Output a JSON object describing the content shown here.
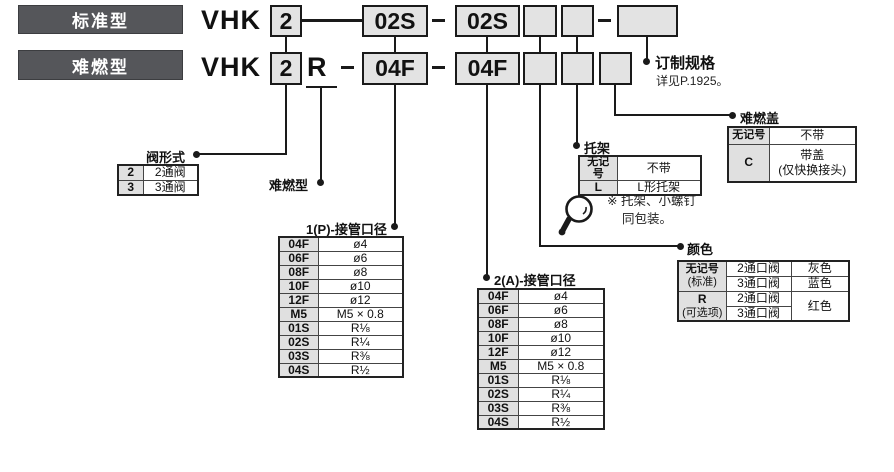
{
  "types": {
    "standard_label": "标准型",
    "flame_label": "难燃型"
  },
  "code": {
    "prefix": "VHK",
    "standard": {
      "valve": "2",
      "port1": "02S",
      "port2": "02S"
    },
    "flame": {
      "valve": "2",
      "option": "R",
      "port1": "04F",
      "port2": "04F"
    }
  },
  "callouts": {
    "valve_type": "阀形式",
    "flame_type": "难燃型",
    "port1": "1(P)-接管口径",
    "port2": "2(A)-接管口径",
    "bracket": "托架",
    "color": "颜色",
    "flame_cover": "难燃盖",
    "custom_title": "订制规格",
    "custom_note": "详见P.1925。"
  },
  "valve_type_table": {
    "rows": [
      {
        "code": "2",
        "label": "2通阀"
      },
      {
        "code": "3",
        "label": "3通阀"
      }
    ]
  },
  "port_sizes": [
    {
      "code": "04F",
      "value": "ø4"
    },
    {
      "code": "06F",
      "value": "ø6"
    },
    {
      "code": "08F",
      "value": "ø8"
    },
    {
      "code": "10F",
      "value": "ø10"
    },
    {
      "code": "12F",
      "value": "ø12"
    },
    {
      "code": "M5",
      "value": "M5 × 0.8"
    },
    {
      "code": "01S",
      "value": "R⅛"
    },
    {
      "code": "02S",
      "value": "R¼"
    },
    {
      "code": "03S",
      "value": "R⅜"
    },
    {
      "code": "04S",
      "value": "R½"
    }
  ],
  "bracket_table": {
    "rows": [
      {
        "code": "无记号",
        "label": "不带"
      },
      {
        "code": "L",
        "label": "L形托架"
      }
    ],
    "note_mark": "※",
    "note_line1": "托架、小螺钉",
    "note_line2": "同包装。"
  },
  "flame_cover_table": {
    "row1": {
      "code": "无记号",
      "label": "不带"
    },
    "row2": {
      "code": "C",
      "label_line1": "带盖",
      "label_line2": "(仅快换接头)"
    }
  },
  "color_table": {
    "group1": {
      "code": "无记号",
      "sub": "(标准)",
      "rows": [
        {
          "valve": "2通口阀",
          "color": "灰色"
        },
        {
          "valve": "3通口阀",
          "color": "蓝色"
        }
      ]
    },
    "group2": {
      "code": "R",
      "sub": "(可选项)",
      "valves": [
        "2通口阀",
        "3通口阀"
      ],
      "color": "红色"
    }
  },
  "icons": {
    "bracket_note_icon": "magnifier"
  },
  "colors": {
    "dark_label_bg": "#55565a",
    "box_fill": "#e3e3e3",
    "table_shade": "#e0e0e0",
    "line": "#1a1a1a"
  }
}
